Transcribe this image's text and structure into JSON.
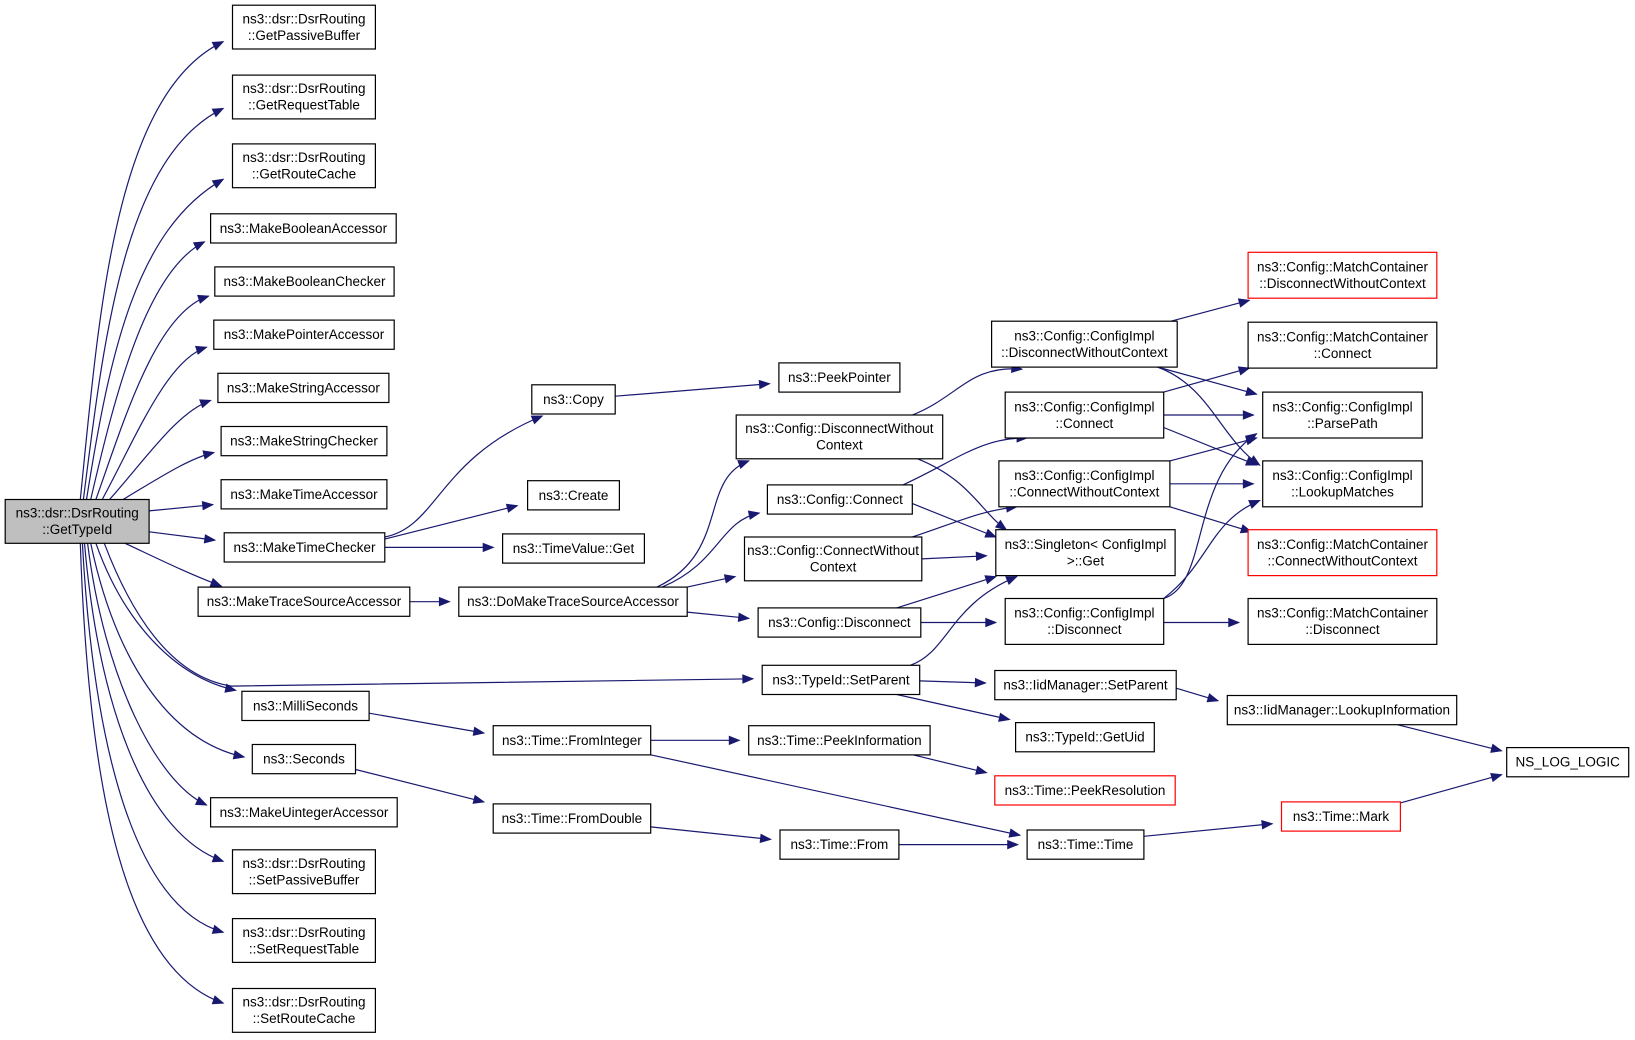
{
  "graph": {
    "nodes": {
      "root": [
        "ns3::dsr::DsrRouting",
        "::GetTypeId"
      ],
      "getPassiveBuffer": [
        "ns3::dsr::DsrRouting",
        "::GetPassiveBuffer"
      ],
      "getRequestTable": [
        "ns3::dsr::DsrRouting",
        "::GetRequestTable"
      ],
      "getRouteCache": [
        "ns3::dsr::DsrRouting",
        "::GetRouteCache"
      ],
      "makeBooleanAccessor": [
        "ns3::MakeBooleanAccessor"
      ],
      "makeBooleanChecker": [
        "ns3::MakeBooleanChecker"
      ],
      "makePointerAccessor": [
        "ns3::MakePointerAccessor"
      ],
      "makeStringAccessor": [
        "ns3::MakeStringAccessor"
      ],
      "makeStringChecker": [
        "ns3::MakeStringChecker"
      ],
      "makeTimeAccessor": [
        "ns3::MakeTimeAccessor"
      ],
      "makeTimeChecker": [
        "ns3::MakeTimeChecker"
      ],
      "makeTraceSourceAccessor": [
        "ns3::MakeTraceSourceAccessor"
      ],
      "milliSeconds": [
        "ns3::MilliSeconds"
      ],
      "seconds": [
        "ns3::Seconds"
      ],
      "makeUintegerAccessor": [
        "ns3::MakeUintegerAccessor"
      ],
      "setPassiveBuffer": [
        "ns3::dsr::DsrRouting",
        "::SetPassiveBuffer"
      ],
      "setRequestTable": [
        "ns3::dsr::DsrRouting",
        "::SetRequestTable"
      ],
      "setRouteCache": [
        "ns3::dsr::DsrRouting",
        "::SetRouteCache"
      ],
      "copy": [
        "ns3::Copy"
      ],
      "peekPointer": [
        "ns3::PeekPointer"
      ],
      "create": [
        "ns3::Create"
      ],
      "timeValueGet": [
        "ns3::TimeValue::Get"
      ],
      "doMakeTraceSourceAccessor": [
        "ns3::DoMakeTraceSourceAccessor"
      ],
      "configDisconnectWithoutContext": [
        "ns3::Config::DisconnectWithout",
        "Context"
      ],
      "configConnect": [
        "ns3::Config::Connect"
      ],
      "configConnectWithoutContext": [
        "ns3::Config::ConnectWithout",
        "Context"
      ],
      "configDisconnect": [
        "ns3::Config::Disconnect"
      ],
      "typeIdSetParent": [
        "ns3::TypeId::SetParent"
      ],
      "timeFromInteger": [
        "ns3::Time::FromInteger"
      ],
      "timeFromDouble": [
        "ns3::Time::FromDouble"
      ],
      "timePeekInformation": [
        "ns3::Time::PeekInformation"
      ],
      "timeFrom": [
        "ns3::Time::From"
      ],
      "implDisconnectWithoutContext": [
        "ns3::Config::ConfigImpl",
        "::DisconnectWithoutContext"
      ],
      "implConnect": [
        "ns3::Config::ConfigImpl",
        "::Connect"
      ],
      "implConnectWithoutContext": [
        "ns3::Config::ConfigImpl",
        "::ConnectWithoutContext"
      ],
      "singletonGet": [
        "ns3::Singleton< ConfigImpl",
        " >::Get"
      ],
      "implDisconnect": [
        "ns3::Config::ConfigImpl",
        "::Disconnect"
      ],
      "iidSetParent": [
        "ns3::IidManager::SetParent"
      ],
      "typeIdGetUid": [
        "ns3::TypeId::GetUid"
      ],
      "timePeekResolution": [
        "ns3::Time::PeekResolution"
      ],
      "timeTime": [
        "ns3::Time::Time"
      ],
      "mcDisconnectWithoutContext": [
        "ns3::Config::MatchContainer",
        "::DisconnectWithoutContext"
      ],
      "mcConnect": [
        "ns3::Config::MatchContainer",
        "::Connect"
      ],
      "implParsePath": [
        "ns3::Config::ConfigImpl",
        "::ParsePath"
      ],
      "implLookupMatches": [
        "ns3::Config::ConfigImpl",
        "::LookupMatches"
      ],
      "mcConnectWithoutContext": [
        "ns3::Config::MatchContainer",
        "::ConnectWithoutContext"
      ],
      "mcDisconnect": [
        "ns3::Config::MatchContainer",
        "::Disconnect"
      ],
      "iidLookupInformation": [
        "ns3::IidManager::LookupInformation"
      ],
      "timeMark": [
        "ns3::Time::Mark"
      ],
      "nsLogLogic": [
        "NS_LOG_LOGIC"
      ]
    },
    "edge_color": "#191970",
    "root_fill": "#bfbfbf",
    "truncated_border_color": "#ff0000"
  }
}
